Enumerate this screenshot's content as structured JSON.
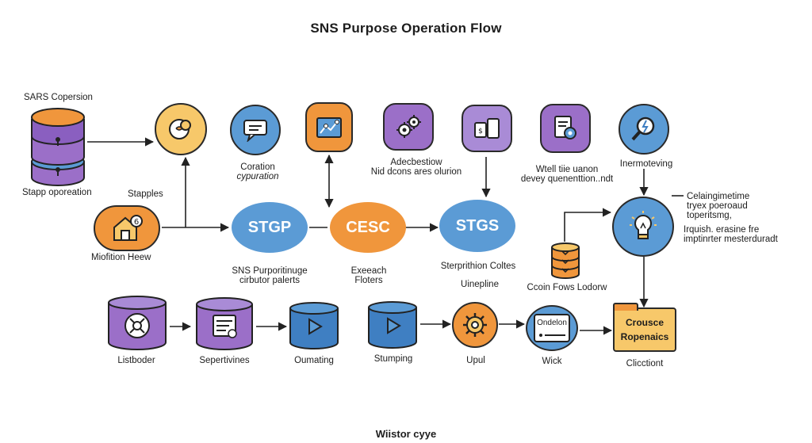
{
  "title": "SNS Purpose Operation Flow",
  "footer": "Wiistor cyye",
  "labels": {
    "sars": "SARS Copersion",
    "stapp": "Stapp oporeation",
    "stapples": "Stapples",
    "miofition": "Miofition Heew",
    "coration_1": "Coration",
    "coration_2": "cypuration",
    "adeb_1": "Adecbestiow",
    "adeb_2": "Nid dcons ares olurion",
    "wtell_1": "Wtell tiie uanon",
    "wtell_2": "devey quenenttion..ndt",
    "inerm": "Inermoteving",
    "cela_1": "Celaingimetime",
    "cela_2": "tryex poeroaud",
    "cela_3": "toperitsmg,",
    "irq_1": "Irquish. erasine fre",
    "irq_2": "imptinrter mesterduradt",
    "sns_1": "SNS Purporitinuge",
    "sns_2": "cirbutor palerts",
    "exe_1": "Exeeach",
    "exe_2": "Floters",
    "ster": "Sterprithion Coltes",
    "unep": "Uinepline",
    "ccoin": "Ccoin Fows Lodorw",
    "listb": "Listboder",
    "seper": "Sepertivines",
    "oum": "Oumating",
    "stum": "Stumping",
    "upul": "Upul",
    "wick": "Wick",
    "clict": "Clicctiont"
  },
  "hubs": {
    "stgp": "STGP",
    "cesc": "CESC",
    "stgs": "STGS"
  },
  "boxes": {
    "ondelon": "Ondelon",
    "crousce_1": "Crousce",
    "crousce_2": "Ropenaics"
  },
  "colors": {
    "blue": "#5b9bd5",
    "orange": "#f0963c",
    "purple": "#9b6fc8",
    "yellow": "#f7c86a",
    "lavender": "#a98bd6",
    "darkblue": "#3f7fc2"
  },
  "icons": [
    "database-icon",
    "coins-icon",
    "chat-icon",
    "chart-icon",
    "gears-icon",
    "devices-icon",
    "document-gear-icon",
    "search-icon",
    "house-icon",
    "lightbulb-icon",
    "server-icon",
    "cylinder-icon",
    "play-icon",
    "gear-icon",
    "card-icon",
    "folder-icon"
  ]
}
